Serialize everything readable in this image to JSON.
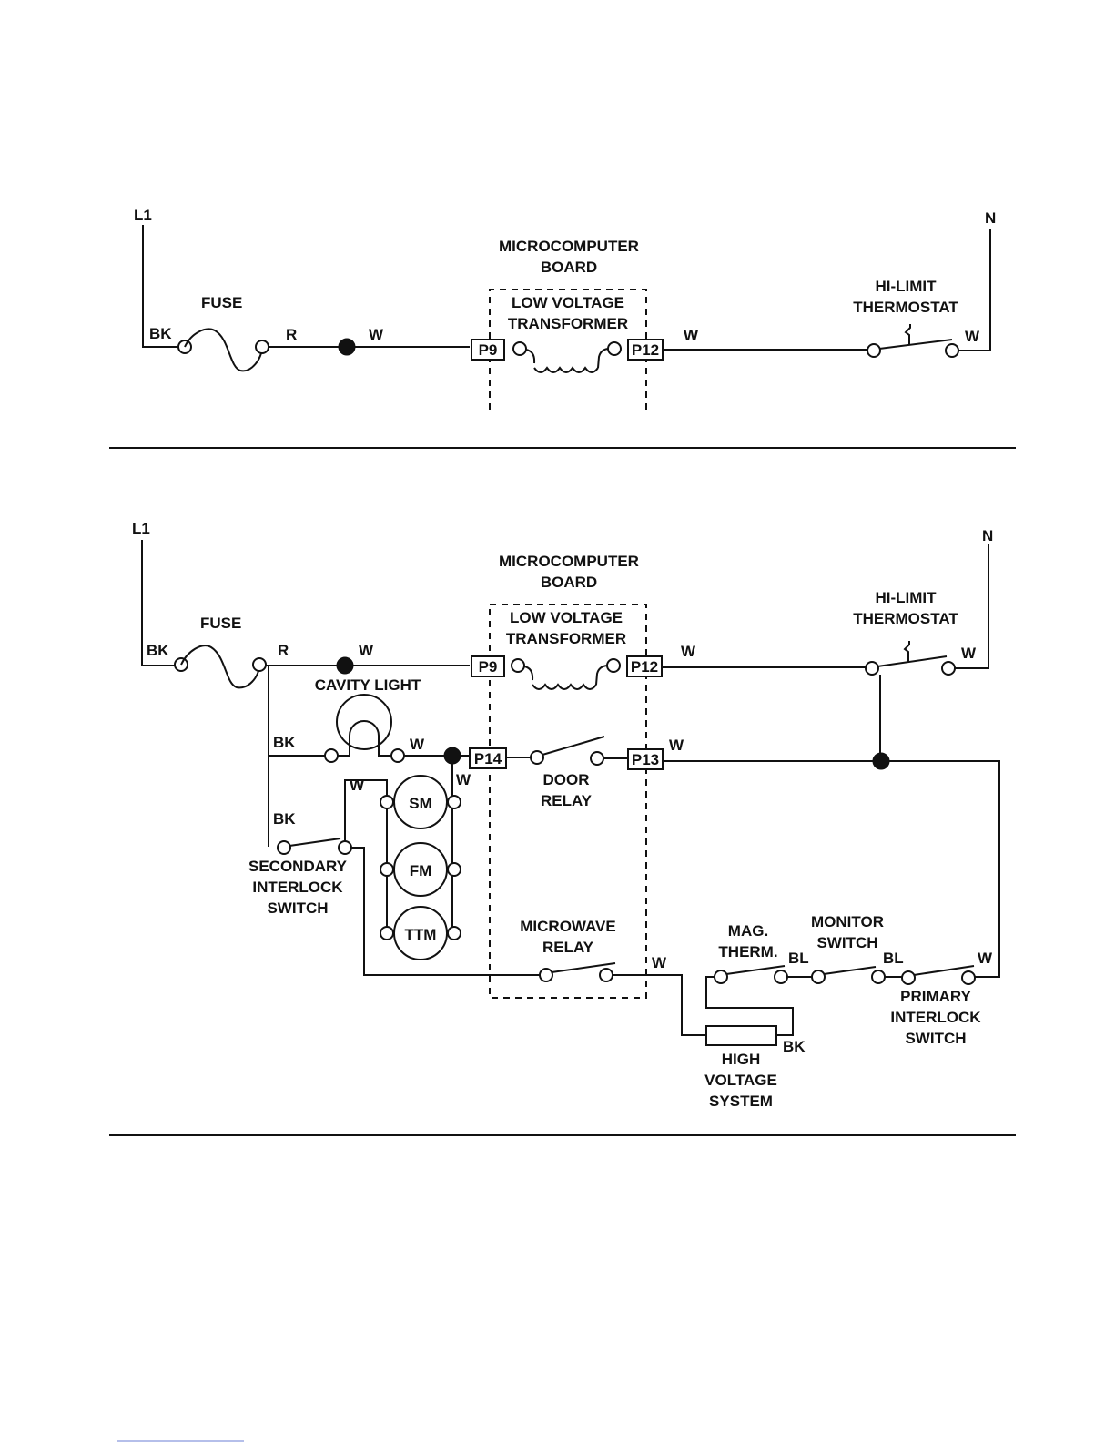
{
  "diagram1": {
    "l1": "L1",
    "n": "N",
    "fuse": "FUSE",
    "bk": "BK",
    "r": "R",
    "w_left": "W",
    "board_line1": "MICROCOMPUTER",
    "board_line2": "BOARD",
    "xfmr_line1": "LOW VOLTAGE",
    "xfmr_line2": "TRANSFORMER",
    "p9": "P9",
    "p12": "P12",
    "w_mid": "W",
    "hilimit_line1": "HI-LIMIT",
    "hilimit_line2": "THERMOSTAT",
    "w_right": "W"
  },
  "diagram2": {
    "l1": "L1",
    "n": "N",
    "fuse": "FUSE",
    "bk": "BK",
    "r": "R",
    "w_after_r": "W",
    "board_line1": "MICROCOMPUTER",
    "board_line2": "BOARD",
    "xfmr_line1": "LOW VOLTAGE",
    "xfmr_line2": "TRANSFORMER",
    "p9": "P9",
    "p12": "P12",
    "w_after_p12": "W",
    "hilimit_line1": "HI-LIMIT",
    "hilimit_line2": "THERMOSTAT",
    "w_hilimit": "W",
    "cavity_light": "CAVITY LIGHT",
    "bk_light": "BK",
    "w_light": "W",
    "p14": "P14",
    "p13": "P13",
    "w_p13": "W",
    "door_line1": "DOOR",
    "door_line2": "RELAY",
    "w_motors_right": "W",
    "w_motors_left": "W",
    "sm": "SM",
    "fm": "FM",
    "ttm": "TTM",
    "bk_secondary": "BK",
    "secondary_line1": "SECONDARY",
    "secondary_line2": "INTERLOCK",
    "secondary_line3": "SWITCH",
    "mw_line1": "MICROWAVE",
    "mw_line2": "RELAY",
    "w_mw": "W",
    "mag_line1": "MAG.",
    "mag_line2": "THERM.",
    "bl1": "BL",
    "monitor_line1": "MONITOR",
    "monitor_line2": "SWITCH",
    "bl2": "BL",
    "w_primary": "W",
    "primary_line1": "PRIMARY",
    "primary_line2": "INTERLOCK",
    "primary_line3": "SWITCH",
    "hv_line1": "HIGH",
    "hv_line2": "VOLTAGE",
    "hv_line3": "SYSTEM",
    "bk_hv": "BK"
  }
}
